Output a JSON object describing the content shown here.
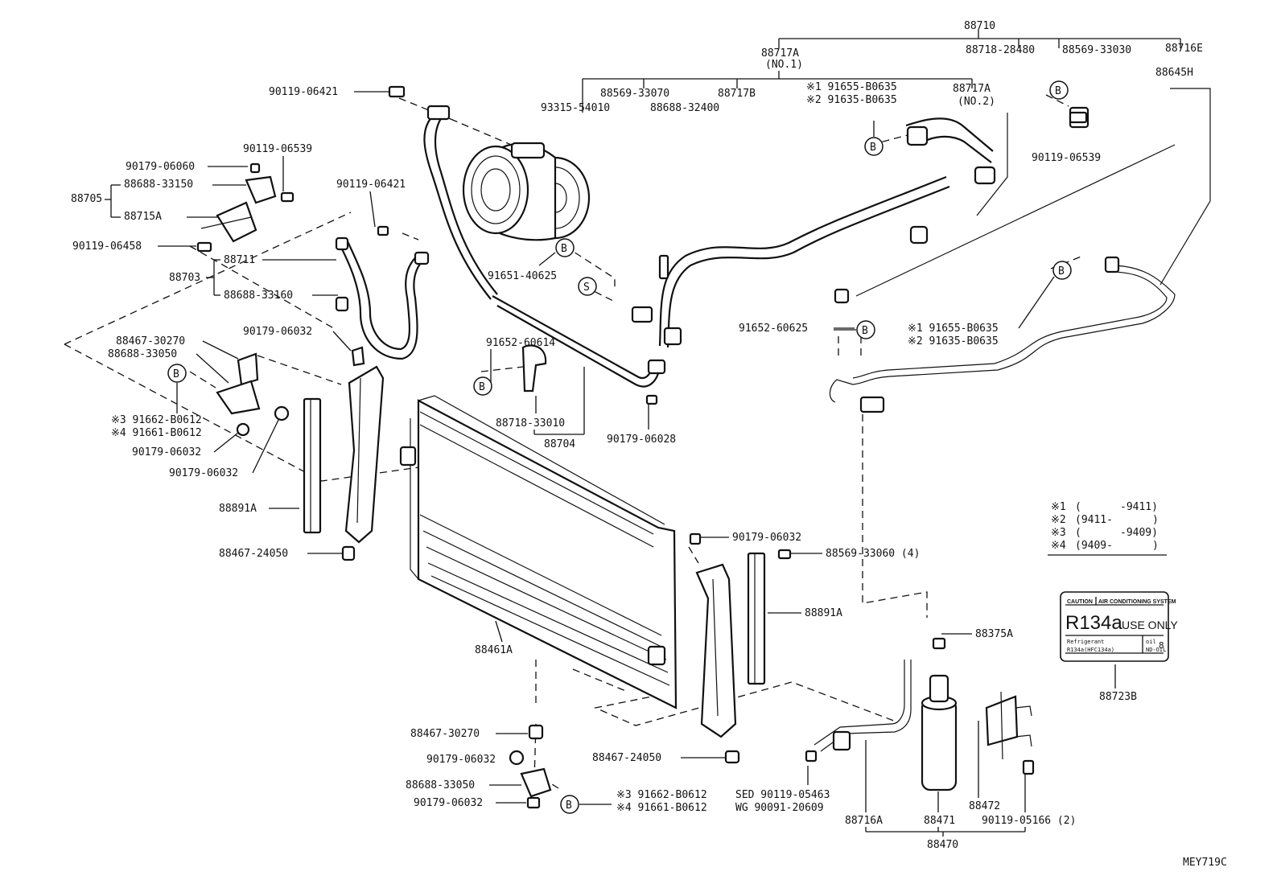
{
  "diagram": {
    "code": "MEY719C",
    "callouts": {
      "c88710": "88710",
      "c88717A_no1": "88717A",
      "c88717A_no1_sub": "(NO.1)",
      "c88718_28480": "88718-28480",
      "c88569_33030": "88569-33030",
      "c88716E": "88716E",
      "c88645H": "88645H",
      "c88569_33070": "88569-33070",
      "c88717B": "88717B",
      "c91655_B0635_a": "※1 91655-B0635",
      "c91635_B0635_a": "※2 91635-B0635",
      "c88717A_no2": "88717A",
      "c88717A_no2_sub": "(NO.2)",
      "c93315_54010": "93315-54010",
      "c88688_32400": "88688-32400",
      "c90119_06539_r": "90119-06539",
      "c90119_06421_a": "90119-06421",
      "c90179_06060": "90179-06060",
      "c90119_06539_l": "90119-06539",
      "c88705": "88705",
      "c88688_33150": "88688-33150",
      "c88715A": "88715A",
      "c90119_06421_b": "90119-06421",
      "c90119_06458": "90119-06458",
      "c91651_40625": "91651-40625",
      "c88711": "88711",
      "c88703": "88703",
      "c88688_33160": "88688-33160",
      "c91652_60625": "91652-60625",
      "c91655_B0635_b": "※1 91655-B0635",
      "c91635_B0635_b": "※2 91635-B0635",
      "c90179_06032_a": "90179-06032",
      "c88467_30270_a": "88467-30270",
      "c88688_33050_a": "88688-33050",
      "c91652_60614": "91652-60614",
      "c91662_B0612_a": "※3 91662-B0612",
      "c91661_B0612_a": "※4 91661-B0612",
      "c90179_06032_b": "90179-06032",
      "c90179_06032_c": "90179-06032",
      "c88718_33010": "88718-33010",
      "c88704": "88704",
      "c90179_06028": "90179-06028",
      "c88891A_l": "88891A",
      "c88467_24050_l": "88467-24050",
      "c90179_06032_d": "90179-06032",
      "c88569_33060": "88569-33060 (4)",
      "c88891A_r": "88891A",
      "c88461A": "88461A",
      "c88375A": "88375A",
      "c88723B": "88723B",
      "c88467_30270_b": "88467-30270",
      "c88467_24050_r": "88467-24050",
      "c90179_06032_e": "90179-06032",
      "c88688_33050_b": "88688-33050",
      "c90179_06032_f": "90179-06032",
      "c91662_B0612_b": "※3 91662-B0612",
      "c91661_B0612_b": "※4 91661-B0612",
      "c_sed": "SED 90119-05463",
      "c_wg": "WG  90091-20609",
      "c88472": "88472",
      "c88716A": "88716A",
      "c88471": "88471",
      "c90119_05166": "90119-05166 (2)",
      "c88470": "88470"
    },
    "marker_letter_b": "B",
    "marker_letter_s": "S",
    "notes": [
      {
        "key": "※1",
        "from": "(",
        "to": "-9411)"
      },
      {
        "key": "※2",
        "from": "(9411-",
        "to": ")"
      },
      {
        "key": "※3",
        "from": "(",
        "to": "-9409)"
      },
      {
        "key": "※4",
        "from": "(9409-",
        "to": ")"
      }
    ],
    "caution_label": {
      "header_left": "CAUTION",
      "header_right": "AIR CONDITIONING SYSTEM",
      "big_text": "R134a",
      "use_only": "USE ONLY",
      "row1_left": "Refrigerant",
      "row1_left2": "R134a(HFC134a)",
      "row1_mid": "oil",
      "row1_mid2": "ND-OIL",
      "row1_right": "8"
    }
  }
}
